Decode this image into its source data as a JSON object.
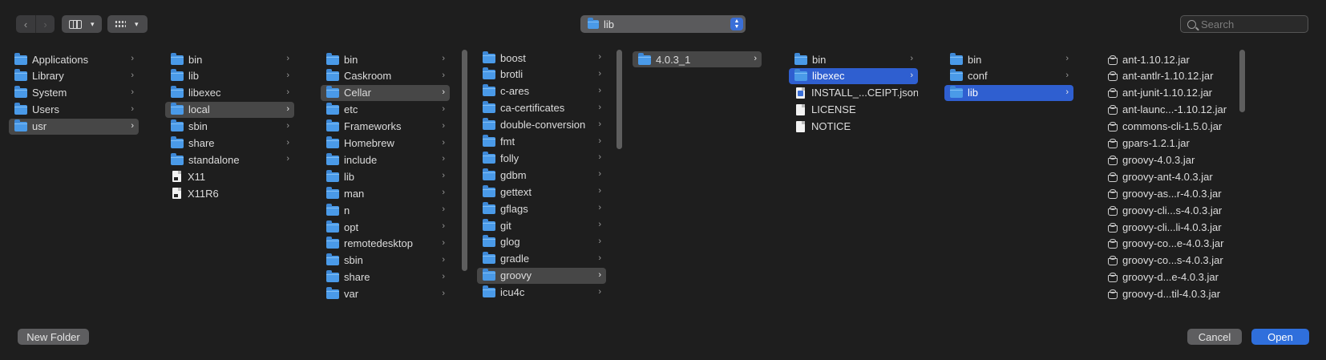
{
  "toolbar": {
    "back_icon": "chevron-left-icon",
    "forward_icon": "chevron-right-icon",
    "view_mode_icon": "column-view-icon",
    "group_icon": "grid-icon",
    "path_label": "lib",
    "search_placeholder": "Search"
  },
  "columns": [
    {
      "items": [
        {
          "label": "Applications",
          "type": "folder",
          "arrow": true
        },
        {
          "label": "Library",
          "type": "folder",
          "arrow": true
        },
        {
          "label": "System",
          "type": "folder",
          "arrow": true
        },
        {
          "label": "Users",
          "type": "folder",
          "arrow": true
        },
        {
          "label": "usr",
          "type": "folder",
          "arrow": true,
          "selected": "gray"
        }
      ]
    },
    {
      "items": [
        {
          "label": "bin",
          "type": "folder",
          "arrow": true
        },
        {
          "label": "lib",
          "type": "folder",
          "arrow": true
        },
        {
          "label": "libexec",
          "type": "folder",
          "arrow": true
        },
        {
          "label": "local",
          "type": "folder",
          "arrow": true,
          "selected": "gray"
        },
        {
          "label": "sbin",
          "type": "folder",
          "arrow": true
        },
        {
          "label": "share",
          "type": "folder",
          "arrow": true
        },
        {
          "label": "standalone",
          "type": "folder",
          "arrow": true
        },
        {
          "label": "X11",
          "type": "alias",
          "arrow": false
        },
        {
          "label": "X11R6",
          "type": "alias",
          "arrow": false
        }
      ]
    },
    {
      "items": [
        {
          "label": "bin",
          "type": "folder",
          "arrow": true
        },
        {
          "label": "Caskroom",
          "type": "folder",
          "arrow": true
        },
        {
          "label": "Cellar",
          "type": "folder",
          "arrow": true,
          "selected": "gray"
        },
        {
          "label": "etc",
          "type": "folder",
          "arrow": true
        },
        {
          "label": "Frameworks",
          "type": "folder",
          "arrow": true
        },
        {
          "label": "Homebrew",
          "type": "folder",
          "arrow": true
        },
        {
          "label": "include",
          "type": "folder",
          "arrow": true
        },
        {
          "label": "lib",
          "type": "folder",
          "arrow": true
        },
        {
          "label": "man",
          "type": "folder",
          "arrow": true
        },
        {
          "label": "n",
          "type": "folder",
          "arrow": true
        },
        {
          "label": "opt",
          "type": "folder",
          "arrow": true
        },
        {
          "label": "remotedesktop",
          "type": "folder",
          "arrow": true
        },
        {
          "label": "sbin",
          "type": "folder",
          "arrow": true
        },
        {
          "label": "share",
          "type": "folder",
          "arrow": true
        },
        {
          "label": "var",
          "type": "folder",
          "arrow": true
        }
      ]
    },
    {
      "items": [
        {
          "label": "boost",
          "type": "folder",
          "arrow": true
        },
        {
          "label": "brotli",
          "type": "folder",
          "arrow": true
        },
        {
          "label": "c-ares",
          "type": "folder",
          "arrow": true
        },
        {
          "label": "ca-certificates",
          "type": "folder",
          "arrow": true
        },
        {
          "label": "double-conversion",
          "type": "folder",
          "arrow": true
        },
        {
          "label": "fmt",
          "type": "folder",
          "arrow": true
        },
        {
          "label": "folly",
          "type": "folder",
          "arrow": true
        },
        {
          "label": "gdbm",
          "type": "folder",
          "arrow": true
        },
        {
          "label": "gettext",
          "type": "folder",
          "arrow": true
        },
        {
          "label": "gflags",
          "type": "folder",
          "arrow": true
        },
        {
          "label": "git",
          "type": "folder",
          "arrow": true
        },
        {
          "label": "glog",
          "type": "folder",
          "arrow": true
        },
        {
          "label": "gradle",
          "type": "folder",
          "arrow": true
        },
        {
          "label": "groovy",
          "type": "folder",
          "arrow": true,
          "selected": "gray"
        },
        {
          "label": "icu4c",
          "type": "folder",
          "arrow": true
        }
      ]
    },
    {
      "items": [
        {
          "label": "4.0.3_1",
          "type": "folder",
          "arrow": true,
          "selected": "gray"
        }
      ]
    },
    {
      "items": [
        {
          "label": "bin",
          "type": "folder",
          "arrow": true
        },
        {
          "label": "libexec",
          "type": "folder",
          "arrow": true,
          "selected": "blue"
        },
        {
          "label": "INSTALL_...CEIPT.json",
          "type": "json",
          "arrow": false
        },
        {
          "label": "LICENSE",
          "type": "doc",
          "arrow": false
        },
        {
          "label": "NOTICE",
          "type": "doc",
          "arrow": false
        }
      ]
    },
    {
      "items": [
        {
          "label": "bin",
          "type": "folder",
          "arrow": true
        },
        {
          "label": "conf",
          "type": "folder",
          "arrow": true
        },
        {
          "label": "lib",
          "type": "folder",
          "arrow": true,
          "selected": "blue"
        }
      ]
    },
    {
      "items": [
        {
          "label": "ant-1.10.12.jar",
          "type": "jar",
          "arrow": false
        },
        {
          "label": "ant-antlr-1.10.12.jar",
          "type": "jar",
          "arrow": false
        },
        {
          "label": "ant-junit-1.10.12.jar",
          "type": "jar",
          "arrow": false
        },
        {
          "label": "ant-launc...-1.10.12.jar",
          "type": "jar",
          "arrow": false
        },
        {
          "label": "commons-cli-1.5.0.jar",
          "type": "jar",
          "arrow": false
        },
        {
          "label": "gpars-1.2.1.jar",
          "type": "jar",
          "arrow": false
        },
        {
          "label": "groovy-4.0.3.jar",
          "type": "jar",
          "arrow": false
        },
        {
          "label": "groovy-ant-4.0.3.jar",
          "type": "jar",
          "arrow": false
        },
        {
          "label": "groovy-as...r-4.0.3.jar",
          "type": "jar",
          "arrow": false
        },
        {
          "label": "groovy-cli...s-4.0.3.jar",
          "type": "jar",
          "arrow": false
        },
        {
          "label": "groovy-cli...li-4.0.3.jar",
          "type": "jar",
          "arrow": false
        },
        {
          "label": "groovy-co...e-4.0.3.jar",
          "type": "jar",
          "arrow": false
        },
        {
          "label": "groovy-co...s-4.0.3.jar",
          "type": "jar",
          "arrow": false
        },
        {
          "label": "groovy-d...e-4.0.3.jar",
          "type": "jar",
          "arrow": false
        },
        {
          "label": "groovy-d...til-4.0.3.jar",
          "type": "jar",
          "arrow": false
        }
      ]
    }
  ],
  "footer": {
    "new_folder_label": "New Folder",
    "cancel_label": "Cancel",
    "open_label": "Open"
  },
  "colors": {
    "background": "#1e1e1e",
    "selection_gray": "#474747",
    "selection_blue": "#2f5fd0",
    "folder": "#4a9ae8",
    "primary_button": "#2f6fdc"
  }
}
